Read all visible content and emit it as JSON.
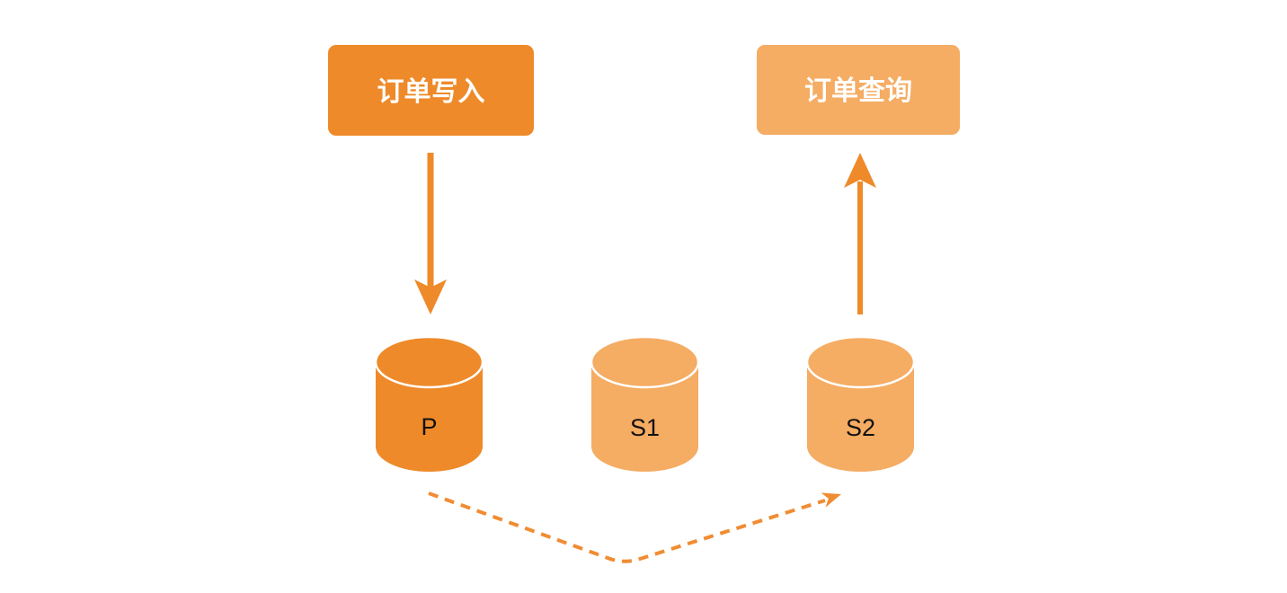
{
  "boxes": {
    "order_write": {
      "label": "订单写入"
    },
    "order_query": {
      "label": "订单查询"
    }
  },
  "databases": {
    "primary": {
      "label": "P"
    },
    "secondary1": {
      "label": "S1"
    },
    "secondary2": {
      "label": "S2"
    }
  },
  "colors": {
    "primary_orange": "#EE8A29",
    "light_orange": "#F5AC63",
    "dash_orange": "#F08C33",
    "label_black": "#111111",
    "text_white": "#FFFFFF",
    "background": "#FFFFFF"
  }
}
